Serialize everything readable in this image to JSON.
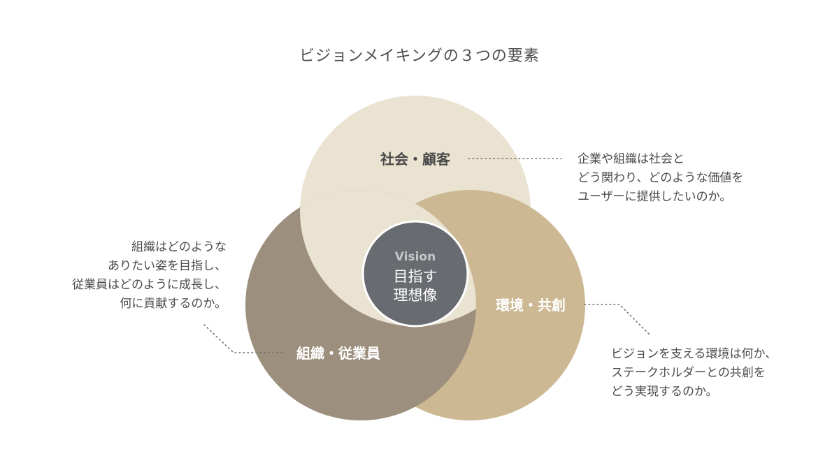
{
  "title": "ビジョンメイキングの３つの要素",
  "circles": {
    "society": {
      "label": "社会・顧客",
      "color": "#ebe3d2"
    },
    "organization": {
      "label": "組織・従業員",
      "color": "#9c8f7e"
    },
    "environment": {
      "label": "環境・共創",
      "color": "#ccb893"
    },
    "center": {
      "en": "Vision",
      "line1": "目指す",
      "line2": "理想像",
      "color": "#686b70"
    }
  },
  "descriptions": {
    "society": [
      "企業や組織は社会と",
      "どう関わり、どのような価値を",
      "ユーザーに提供したいのか。"
    ],
    "organization": [
      "組織はどのような",
      "ありたい姿を目指し、",
      "従業員はどのように成長し、",
      "何に貢献するのか。"
    ],
    "environment": [
      "ビジョンを支える環境は何か、",
      "ステークホルダーとの共創を",
      "どう実現するのか。"
    ]
  }
}
